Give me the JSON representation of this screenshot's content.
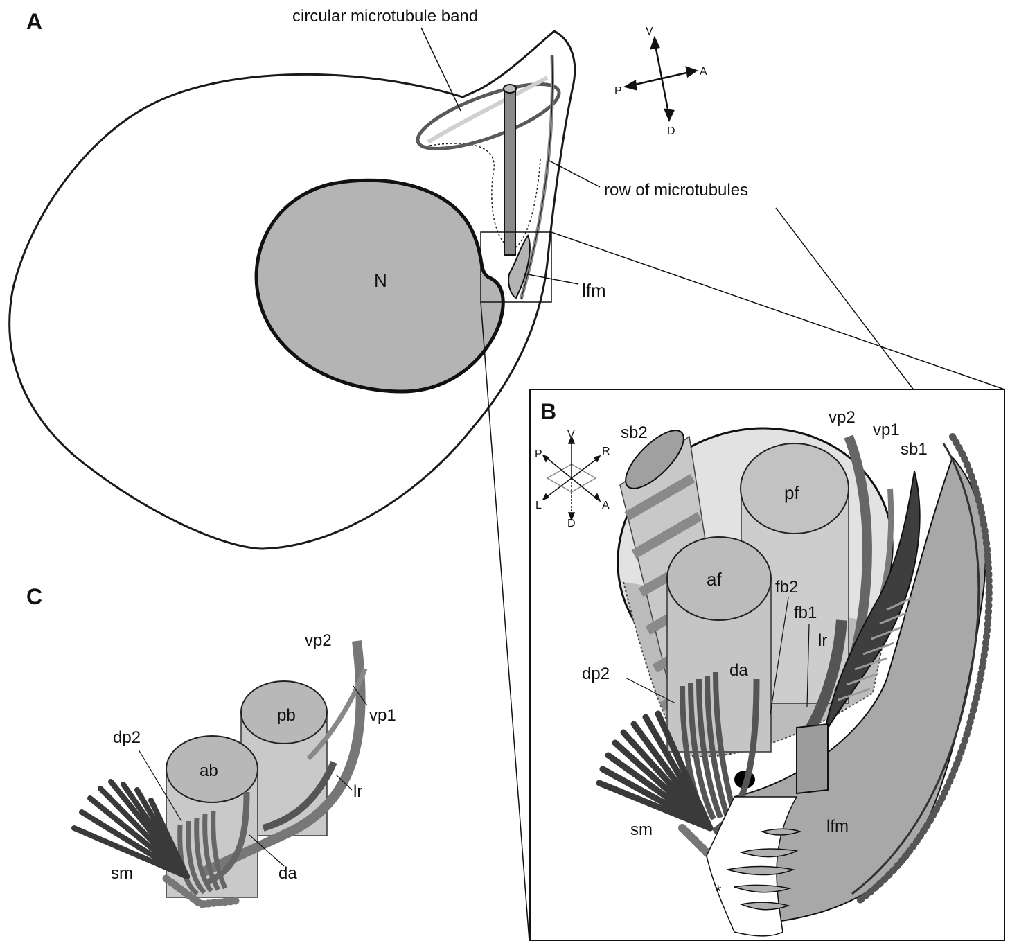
{
  "panels": {
    "a": {
      "letter": "A",
      "circular_band": "circular microtubule band",
      "row_microtubules": "row of microtubules",
      "nucleus": "N",
      "lfm": "lfm",
      "compass": {
        "v": "V",
        "d": "D",
        "a": "A",
        "p": "P"
      }
    },
    "b": {
      "letter": "B",
      "sb2": "sb2",
      "vp2": "vp2",
      "vp1": "vp1",
      "sb1": "sb1",
      "pf": "pf",
      "af": "af",
      "fb2": "fb2",
      "fb1": "fb1",
      "lr": "lr",
      "da": "da",
      "dp2": "dp2",
      "sm": "sm",
      "lfm": "lfm",
      "asterisk": "*",
      "compass": {
        "v": "V",
        "d": "D",
        "p": "P",
        "r": "R",
        "l": "L",
        "a": "A"
      }
    },
    "c": {
      "letter": "C",
      "vp2": "vp2",
      "vp1": "vp1",
      "pb": "pb",
      "ab": "ab",
      "dp2": "dp2",
      "lr": "lr",
      "sm": "sm",
      "da": "da"
    }
  },
  "colors": {
    "fill_light": "#d9d9d9",
    "fill_mid": "#b4b4b4",
    "fill_dark": "#8a8a8a",
    "fill_darker": "#5a5a5a",
    "stroke": "#1a1a1a"
  }
}
